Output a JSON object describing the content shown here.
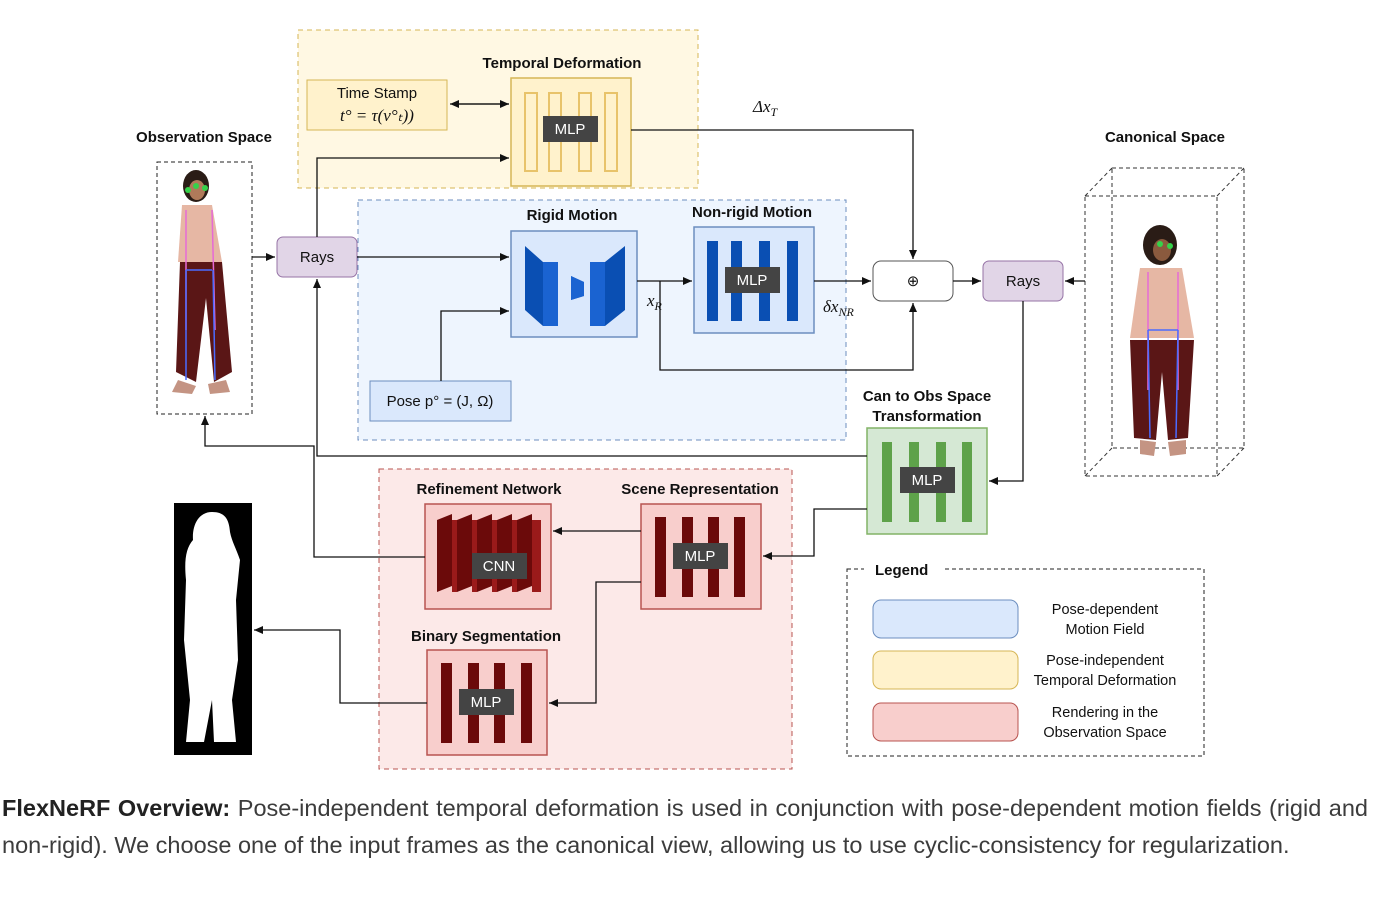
{
  "labels": {
    "temporal_deformation": "Temporal Deformation",
    "time_stamp_title": "Time Stamp",
    "time_stamp_formula": "t° = τ(v°ₜ))",
    "observation_space": "Observation Space",
    "canonical_space": "Canonical Space",
    "rigid_motion": "Rigid Motion",
    "nonrigid_motion": "Non-rigid Motion",
    "delta_xt": "Δx",
    "delta_xt_sub": "T",
    "xr": "x",
    "xr_sub": "R",
    "delta_xnr": "δx",
    "delta_xnr_sub": "NR",
    "rays_left": "Rays",
    "rays_right": "Rays",
    "oplus": "⊕",
    "pose": "Pose p° = (J, Ω)",
    "can_to_obs_line1": "Can to Obs Space",
    "can_to_obs_line2": "Transformation",
    "refinement_network": "Refinement Network",
    "scene_representation": "Scene Representation",
    "binary_segmentation": "Binary Segmentation",
    "mlp": "MLP",
    "cnn": "CNN"
  },
  "legend": {
    "title": "Legend",
    "items": [
      {
        "line1": "Pose-dependent",
        "line2": "Motion Field",
        "fill": "#dae8fc",
        "stroke": "#6c8ebf"
      },
      {
        "line1": "Pose-independent",
        "line2": "Temporal Deformation",
        "fill": "#fff2cc",
        "stroke": "#d6b656"
      },
      {
        "line1": "Rendering in the",
        "line2": "Observation Space",
        "fill": "#f8cecc",
        "stroke": "#b85450"
      }
    ]
  },
  "colors": {
    "blue_fill": "#dae8fc",
    "blue_stroke": "#6c8ebf",
    "blue_bar": "#0a4fb3",
    "yellow_fill": "#fff2cc",
    "yellow_stroke": "#d6b656",
    "red_fill": "#f8cecc",
    "red_stroke": "#b85450",
    "red_bar": "#6b0a0a",
    "green_fill": "#d5e8d4",
    "green_stroke": "#82b366",
    "green_bar": "#5ea24a",
    "purple_fill": "#e1d5e7",
    "purple_stroke": "#9673a6",
    "chip": "#444444"
  },
  "caption": {
    "bold": "FlexNeRF Overview:",
    "text": " Pose-independent temporal deformation is used in conjunction with pose-dependent motion fields (rigid and non-rigid). We choose one of the input frames as the canonical view, allowing us to use cyclic-consistency for regularization."
  }
}
